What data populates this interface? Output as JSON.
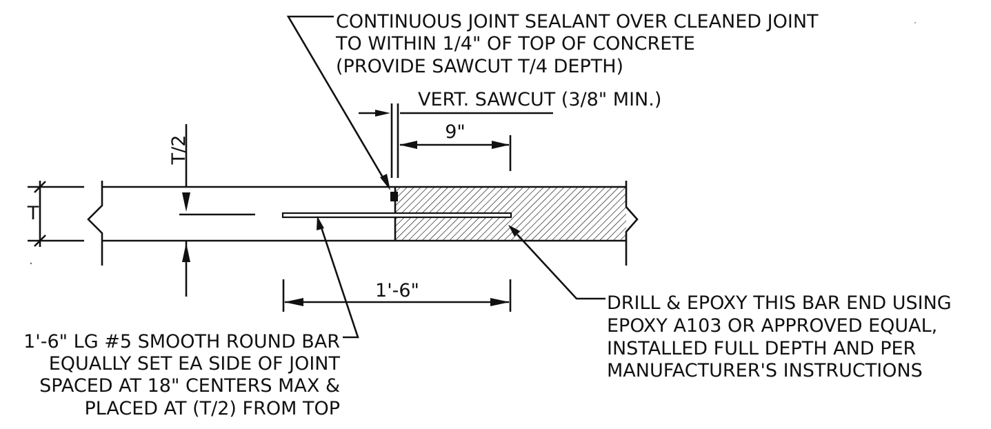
{
  "notes": {
    "sealant": [
      "CONTINUOUS JOINT SEALANT OVER CLEANED JOINT",
      "TO WITHIN 1/4\" OF TOP OF CONCRETE",
      "(PROVIDE SAWCUT T/4 DEPTH)"
    ],
    "sawcut": "VERT. SAWCUT (3/8\" MIN.)",
    "epoxy": [
      "DRILL & EPOXY THIS BAR END USING",
      "EPOXY A103 OR APPROVED EQUAL,",
      "INSTALLED FULL DEPTH AND PER",
      "MANUFACTURER'S INSTRUCTIONS"
    ],
    "bar": [
      "1'-6\" LG #5 SMOOTH ROUND BAR",
      "EQUALLY SET EA SIDE OF JOINT",
      "SPACED AT 18\" CENTERS MAX &",
      "PLACED AT (T/2) FROM TOP"
    ]
  },
  "dimensions": {
    "thickness": "T",
    "half_thickness": "T/2",
    "embed": "9\"",
    "bar_length": "1'-6\""
  }
}
